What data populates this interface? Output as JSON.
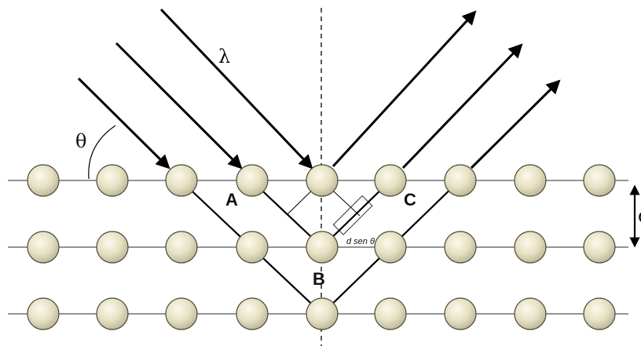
{
  "diagram": {
    "labels": {
      "wavelength": "λ",
      "angle": "θ",
      "point_a": "A",
      "point_b": "B",
      "point_c": "C",
      "path_difference": "d sen θ",
      "spacing": "d"
    },
    "lattice": {
      "rows": 3,
      "atoms_per_row": 9
    },
    "incident_rays": 3,
    "reflected_rays": 3,
    "colors": {
      "atom_fill": "#e9e4c8",
      "atom_stroke": "#4a4a3a",
      "line": "#000000",
      "lattice_line": "#555555"
    }
  }
}
